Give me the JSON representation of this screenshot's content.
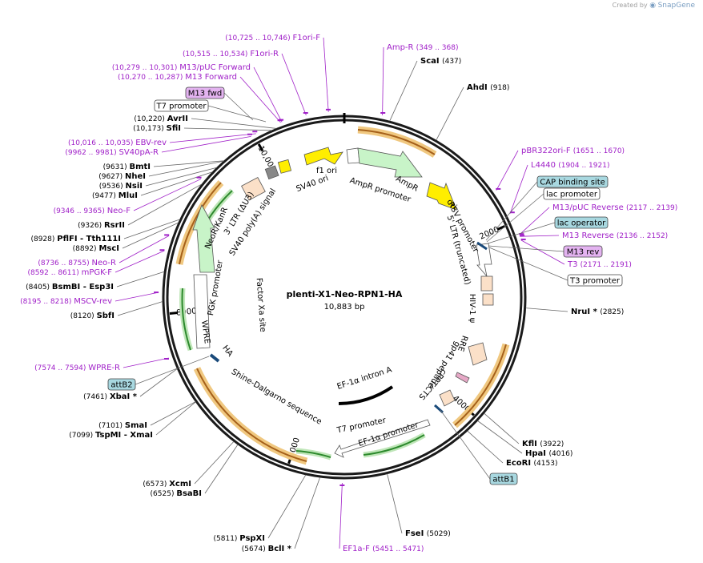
{
  "credit": {
    "text": "Created by",
    "brand": "SnapGene"
  },
  "plasmid": {
    "name": "plenti-X1-Neo-RPN1-HA",
    "length": 10883,
    "size_label": "10,883 bp"
  },
  "colors": {
    "primer": "#a020c8",
    "site": "#000000",
    "ring": "#1a1a1a",
    "orange_bar": "#c87a1a",
    "green_bar": "#2d8a2d"
  },
  "ticks": [
    {
      "bp": 2000,
      "label": "2000"
    },
    {
      "bp": 4000,
      "label": "4000"
    },
    {
      "bp": 6000,
      "label": "6000"
    },
    {
      "bp": 8000,
      "label": "8000"
    },
    {
      "bp": 10000,
      "label": "10,000"
    }
  ],
  "sites": [
    {
      "name": "ScaI",
      "coord": "(437)",
      "bp": 437,
      "side": "right"
    },
    {
      "name": "AhdI",
      "coord": "(918)",
      "bp": 918,
      "side": "right"
    },
    {
      "name": "NruI *",
      "coord": "(2825)",
      "bp": 2825,
      "side": "right"
    },
    {
      "name": "KflI",
      "coord": "(3922)",
      "bp": 3922,
      "side": "right"
    },
    {
      "name": "HpaI",
      "coord": "(4016)",
      "bp": 4016,
      "side": "right"
    },
    {
      "name": "EcoRI",
      "coord": "(4153)",
      "bp": 4153,
      "side": "right"
    },
    {
      "name": "FseI",
      "coord": "(5029)",
      "bp": 5029,
      "side": "right"
    },
    {
      "name": "BclI *",
      "coord": "(5674)",
      "bp": 5674,
      "side": "left"
    },
    {
      "name": "PspXI",
      "coord": "(5811)",
      "bp": 5811,
      "side": "left"
    },
    {
      "name": "BsaBI",
      "coord": "(6525)",
      "bp": 6525,
      "side": "left"
    },
    {
      "name": "XcmI",
      "coord": "(6573)",
      "bp": 6573,
      "side": "left"
    },
    {
      "name": "TspMI  - XmaI",
      "coord": "(7099)",
      "bp": 7099,
      "side": "left"
    },
    {
      "name": "SmaI",
      "coord": "(7101)",
      "bp": 7101,
      "side": "left"
    },
    {
      "name": "XbaI *",
      "coord": "(7461)",
      "bp": 7461,
      "side": "left"
    },
    {
      "name": "SbfI",
      "coord": "(8120)",
      "bp": 8120,
      "side": "left"
    },
    {
      "name": "BsmBI  - Esp3I",
      "coord": "(8405)",
      "bp": 8405,
      "side": "left"
    },
    {
      "name": "MscI",
      "coord": "(8892)",
      "bp": 8892,
      "side": "left"
    },
    {
      "name": "PflFI  - Tth111I",
      "coord": "(8928)",
      "bp": 8928,
      "side": "left"
    },
    {
      "name": "RsrII",
      "coord": "(9326)",
      "bp": 9326,
      "side": "left"
    },
    {
      "name": "MluI",
      "coord": "(9477)",
      "bp": 9477,
      "side": "left"
    },
    {
      "name": "NsiI",
      "coord": "(9536)",
      "bp": 9536,
      "side": "left"
    },
    {
      "name": "NheI",
      "coord": "(9627)",
      "bp": 9627,
      "side": "left"
    },
    {
      "name": "BmtI",
      "coord": "(9631)",
      "bp": 9631,
      "side": "left"
    },
    {
      "name": "SfiI",
      "coord": "(10,173)",
      "bp": 10173,
      "side": "left"
    },
    {
      "name": "AvrII",
      "coord": "(10,220)",
      "bp": 10220,
      "side": "left"
    }
  ],
  "primers": [
    {
      "name": "F1ori-F",
      "coord": "(10,725 .. 10,746)",
      "bp": 10735,
      "side": "left"
    },
    {
      "name": "F1ori-R",
      "coord": "(10,515 .. 10,534)",
      "bp": 10525,
      "side": "left"
    },
    {
      "name": "M13/pUC Forward",
      "coord": "(10,279 .. 10,301)",
      "bp": 10290,
      "side": "left"
    },
    {
      "name": "M13 Forward",
      "coord": "(10,270 .. 10,287)",
      "bp": 10278,
      "side": "left"
    },
    {
      "name": "EBV-rev",
      "coord": "(10,016 .. 10,035)",
      "bp": 10025,
      "side": "left"
    },
    {
      "name": "SV40pA-R",
      "coord": "(9962 .. 9981)",
      "bp": 9972,
      "side": "left"
    },
    {
      "name": "Neo-F",
      "coord": "(9346 .. 9365)",
      "bp": 9355,
      "side": "left"
    },
    {
      "name": "Neo-R",
      "coord": "(8736 .. 8755)",
      "bp": 8745,
      "side": "left"
    },
    {
      "name": "mPGK-F",
      "coord": "(8592 .. 8611)",
      "bp": 8600,
      "side": "left"
    },
    {
      "name": "MSCV-rev",
      "coord": "(8195 .. 8218)",
      "bp": 8206,
      "side": "left"
    },
    {
      "name": "WPRE-R",
      "coord": "(7574 .. 7594)",
      "bp": 7584,
      "side": "left"
    },
    {
      "name": "Amp-R",
      "coord": "(349 .. 368)",
      "bp": 358,
      "side": "right"
    },
    {
      "name": "pBR322ori-F",
      "coord": "(1651 .. 1670)",
      "bp": 1660,
      "side": "right"
    },
    {
      "name": "L4440",
      "coord": "(1904 .. 1921)",
      "bp": 1912,
      "side": "right"
    },
    {
      "name": "M13/pUC Reverse",
      "coord": "(2117 .. 2139)",
      "bp": 2128,
      "side": "right"
    },
    {
      "name": "M13 Reverse",
      "coord": "(2136 .. 2152)",
      "bp": 2144,
      "side": "right"
    },
    {
      "name": "T3",
      "coord": "(2171 .. 2191)",
      "bp": 2181,
      "side": "right"
    },
    {
      "name": "EF1a-F",
      "coord": "(5451 .. 5471)",
      "bp": 5461,
      "side": "right"
    }
  ],
  "boxed_labels": [
    {
      "text": "M13 fwd",
      "style": "purple"
    },
    {
      "text": "T7 promoter",
      "style": "white"
    },
    {
      "text": "CAP binding site",
      "style": "teal"
    },
    {
      "text": "lac promoter",
      "style": "white"
    },
    {
      "text": "lac operator",
      "style": "teal"
    },
    {
      "text": "M13 rev",
      "style": "purple"
    },
    {
      "text": "T3 promoter",
      "style": "white"
    },
    {
      "text": "attB2",
      "style": "teal"
    },
    {
      "text": "attB1",
      "style": "teal"
    }
  ],
  "features": [
    {
      "text": "f1 ori"
    },
    {
      "text": "AmpR promoter"
    },
    {
      "text": "AmpR"
    },
    {
      "text": "ori"
    },
    {
      "text": "RSV promoter"
    },
    {
      "text": "5' LTR (truncated)"
    },
    {
      "text": "HIV-1 ψ"
    },
    {
      "text": "RRE"
    },
    {
      "text": "gp41 peptide"
    },
    {
      "text": "cPPT/CTS"
    },
    {
      "text": "EF-1α intron A"
    },
    {
      "text": "T7 promoter"
    },
    {
      "text": "EF-1α promoter"
    },
    {
      "text": "Shine-Dalgarno sequence"
    },
    {
      "text": "HA"
    },
    {
      "text": "WPRE"
    },
    {
      "text": "PGK promoter"
    },
    {
      "text": "NeoR/KanR"
    },
    {
      "text": "3' LTR (ΔU3)"
    },
    {
      "text": "SV40 poly(A) signal"
    },
    {
      "text": "SV40 ori"
    },
    {
      "text": "Factor Xa site"
    }
  ]
}
